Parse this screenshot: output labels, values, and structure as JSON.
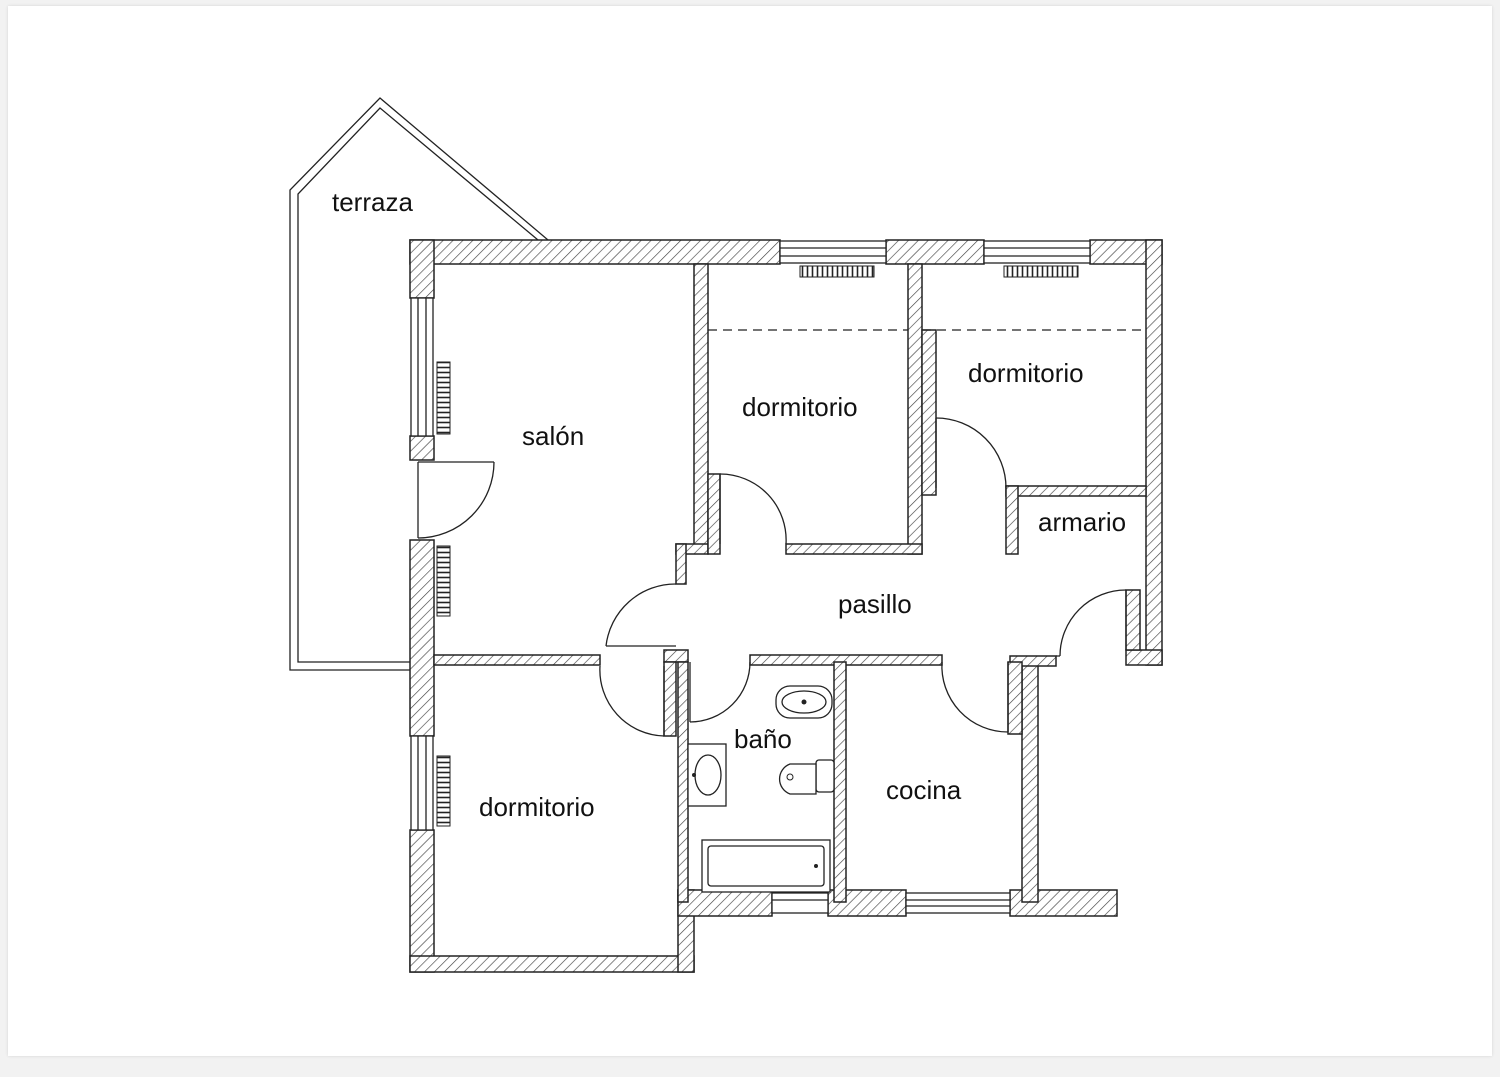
{
  "rooms": {
    "terraza": "terraza",
    "salon": "salón",
    "dormitorio_1": "dormitorio",
    "dormitorio_2": "dormitorio",
    "dormitorio_3": "dormitorio",
    "armario": "armario",
    "pasillo": "pasillo",
    "bano": "baño",
    "cocina": "cocina"
  }
}
